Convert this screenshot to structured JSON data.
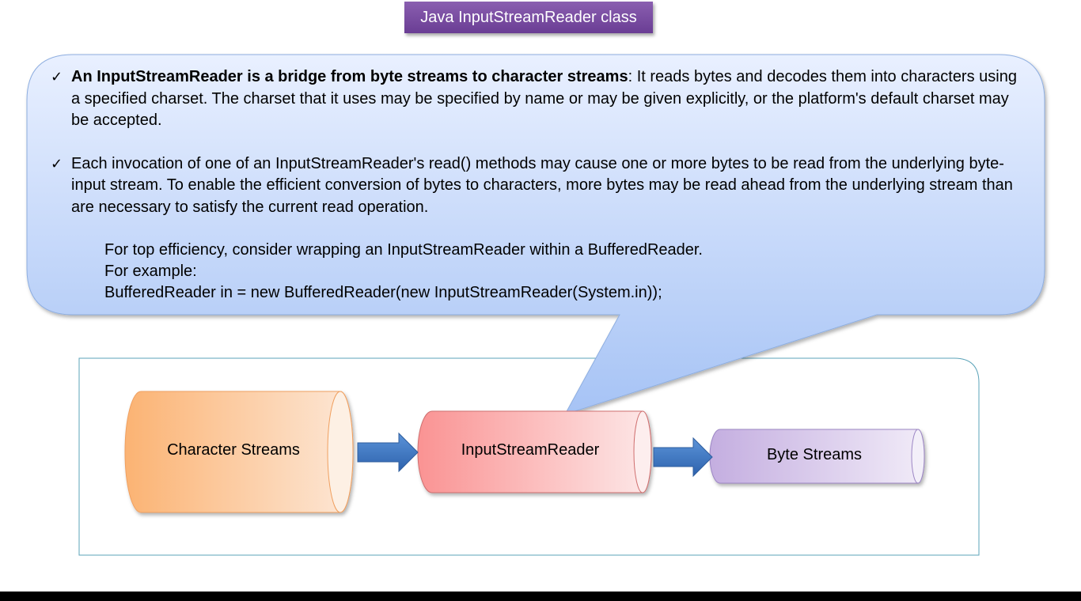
{
  "title": "Java InputStreamReader class",
  "callout": {
    "bullet1_bold": "An InputStreamReader is a bridge from byte streams to character streams",
    "bullet1_rest": ": It reads bytes and decodes them into characters using a specified charset. The charset that it uses may be specified by name or may be given explicitly, or the platform's default charset may be accepted.",
    "bullet2": "Each invocation of one of an InputStreamReader's read() methods may cause one or more bytes to be read from the underlying byte-input stream. To enable the efficient conversion of bytes to characters, more bytes may be read ahead from the underlying stream than are necessary to satisfy the current read operation.",
    "example_line1": "For top efficiency, consider wrapping an InputStreamReader within a BufferedReader.",
    "example_line2": "For example:",
    "example_line3": "BufferedReader in = new BufferedReader(new InputStreamReader(System.in));",
    "check_glyph": "✓"
  },
  "nodes": {
    "character_streams": "Character Streams",
    "input_stream_reader": "InputStreamReader",
    "byte_streams": "Byte Streams"
  },
  "colors": {
    "title_bg": "#6a3d94",
    "callout_fill_top": "#e6eeff",
    "callout_fill_bottom": "#a9c6f7",
    "character_streams": "#fbb877",
    "input_stream_reader": "#f99a9a",
    "byte_streams": "#c9b3e3",
    "arrow": "#3a74c2",
    "frame_border": "#5ba3b8"
  }
}
